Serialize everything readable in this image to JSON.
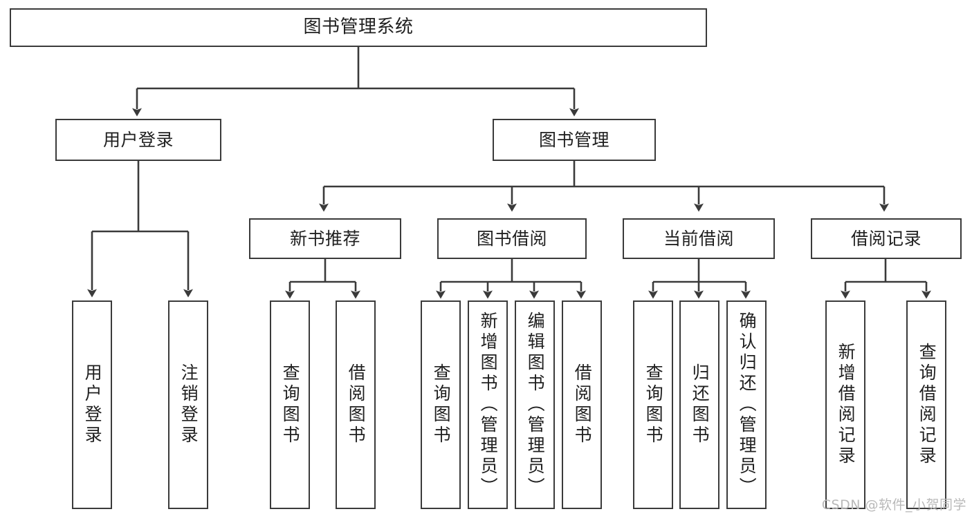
{
  "diagram": {
    "title": "图书管理系统",
    "type": "tree-hierarchy",
    "watermark": "CSDN @软件_小贺同学",
    "colors": {
      "stroke": "#3a3a3a",
      "fill": "#ffffff",
      "text": "#1f1f1f",
      "watermark": "#b9b9b9"
    },
    "nodes": {
      "root": {
        "label": "图书管理系统"
      },
      "level2": [
        {
          "id": "user-login",
          "label": "用户登录"
        },
        {
          "id": "book-manage",
          "label": "图书管理"
        }
      ],
      "level3": [
        {
          "id": "new-book-rec",
          "label": "新书推荐"
        },
        {
          "id": "book-borrow",
          "label": "图书借阅"
        },
        {
          "id": "current-borrow",
          "label": "当前借阅"
        },
        {
          "id": "borrow-record",
          "label": "借阅记录"
        }
      ],
      "leaves": {
        "user-login": [
          {
            "id": "leaf-user-login",
            "label": "用户登录"
          },
          {
            "id": "leaf-user-logout",
            "label": "注销登录"
          }
        ],
        "new-book-rec": [
          {
            "id": "leaf-query-book-1",
            "label": "查询图书"
          },
          {
            "id": "leaf-borrow-book-1",
            "label": "借阅图书"
          }
        ],
        "book-borrow": [
          {
            "id": "leaf-query-book-2",
            "label": "查询图书"
          },
          {
            "id": "leaf-add-book",
            "label": "新增图书（管理员）"
          },
          {
            "id": "leaf-edit-book",
            "label": "编辑图书（管理员）"
          },
          {
            "id": "leaf-borrow-book-2",
            "label": "借阅图书"
          }
        ],
        "current-borrow": [
          {
            "id": "leaf-query-book-3",
            "label": "查询图书"
          },
          {
            "id": "leaf-return-book",
            "label": "归还图书"
          },
          {
            "id": "leaf-confirm-return",
            "label": "确认归还（管理员）"
          }
        ],
        "borrow-record": [
          {
            "id": "leaf-add-record",
            "label": "新增借阅记录"
          },
          {
            "id": "leaf-query-record",
            "label": "查询借阅记录"
          }
        ]
      }
    }
  }
}
